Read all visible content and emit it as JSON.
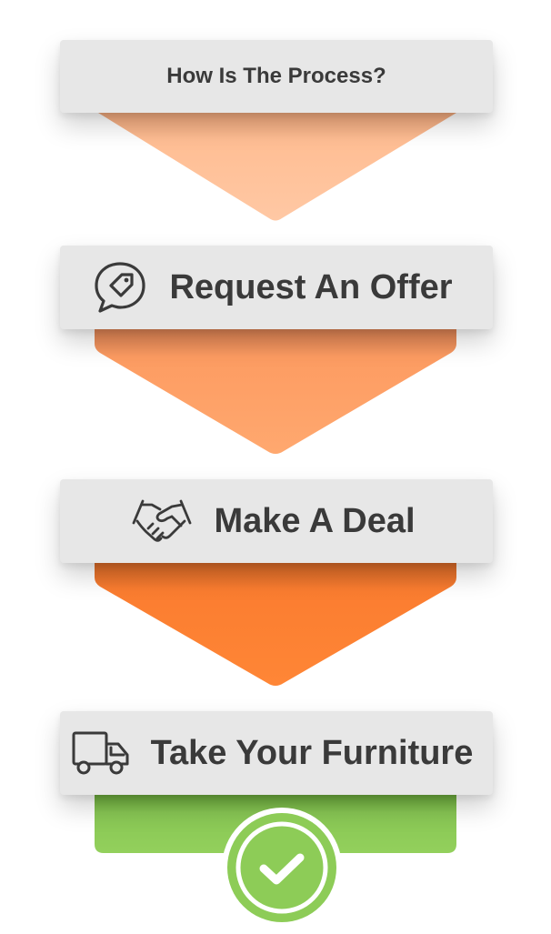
{
  "title": "How Is The Process?",
  "steps": [
    {
      "label": "Request An Offer",
      "icon": "price-tag-chat-icon"
    },
    {
      "label": "Make A Deal",
      "icon": "handshake-icon"
    },
    {
      "label": "Take Your Furniture",
      "icon": "delivery-truck-icon"
    }
  ],
  "final_icon": "checkmark-icon",
  "colors": {
    "card": "#e7e7e7",
    "text": "#3a3a3a",
    "peach": "#ffc29c",
    "light_orange": "#ff9f5e",
    "orange": "#ff8030",
    "green": "#8fcf5a"
  }
}
